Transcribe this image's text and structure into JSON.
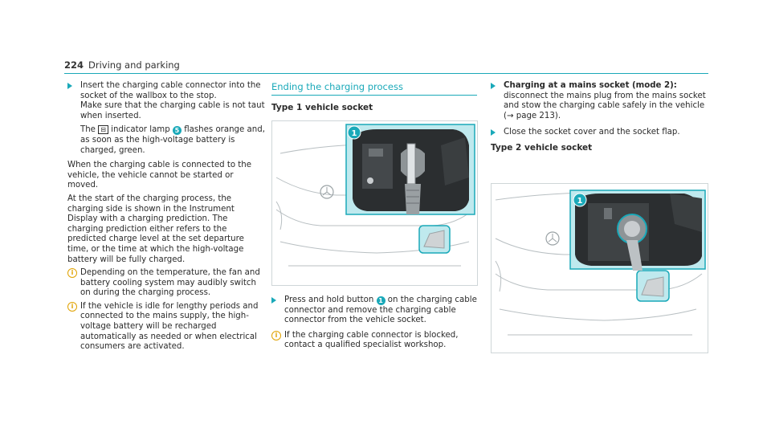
{
  "header": {
    "page_number": "224",
    "section": "Driving and parking"
  },
  "col1": {
    "step1_line1": "Insert the charging cable connector into the socket of the wallbox to the stop.",
    "step1_line2": "Make sure that the charging cable is not taut when inserted.",
    "lamp_pre": "The",
    "lamp_icon": "battery-plug-icon",
    "lamp_mid": "indicator lamp",
    "lamp_badge": "5",
    "lamp_post": "flashes orange and, as soon as the high-voltage battery is charged, green.",
    "para1": "When the charging cable is connected to the vehicle, the vehicle cannot be started or moved.",
    "para2": "At the start of the charging process, the charging side is shown in the Instrument Display with a charging prediction. The charging prediction either refers to the predicted charge level at the set departure time, or the time at which the high-voltage battery will be fully charged.",
    "note1": "Depending on the temperature, the fan and battery cooling system may audibly switch on during the charging process.",
    "note2": "If the vehicle is idle for lengthy periods and connected to the mains supply, the high-voltage battery will be recharged automatically as needed or when electrical consumers are activated."
  },
  "col2": {
    "section_title": "Ending the charging process",
    "subhead": "Type 1 vehicle socket",
    "fig_badge": "1",
    "step_pre": "Press and hold button",
    "step_badge": "1",
    "step_post": "on the charging cable connector and remove the charging cable connector from the vehicle socket.",
    "note": "If the charging cable connector is blocked, contact a qualified specialist workshop."
  },
  "col3": {
    "step1_bold": "Charging at a mains socket (mode 2):",
    "step1_rest": "disconnect the mains plug from the mains socket and stow the charging cable safely in the vehicle (→ page 213).",
    "step2": "Close the socket cover and the socket flap.",
    "subhead": "Type 2 vehicle socket",
    "fig_badge": "1"
  },
  "colors": {
    "accent": "#1aa9b9",
    "inset_bg": "#bfe9ee",
    "note": "#e0a200"
  }
}
